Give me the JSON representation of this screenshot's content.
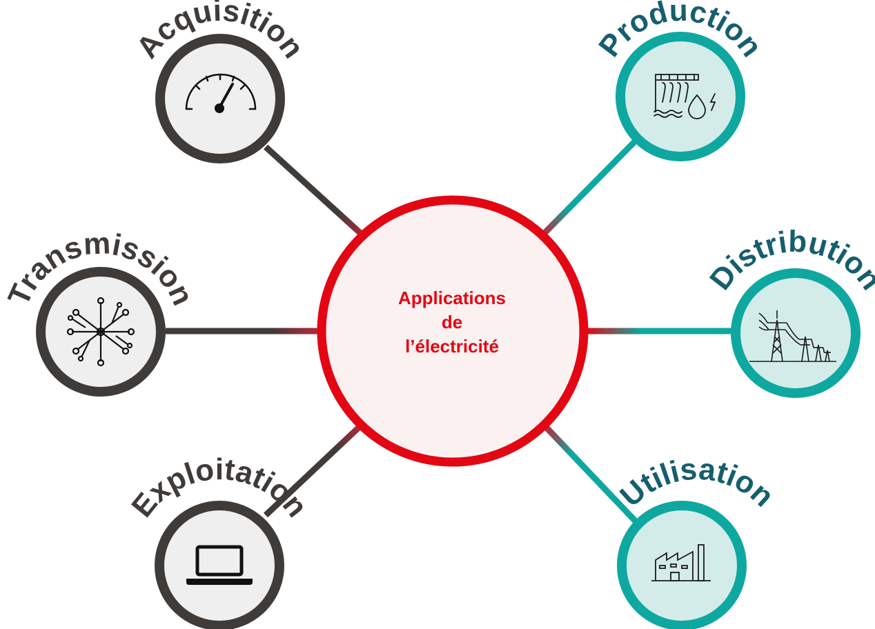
{
  "center": {
    "line1": "Applications",
    "line2": "de",
    "line3": "l’électricité"
  },
  "nodes": {
    "acquisition": {
      "label": "Acquisition",
      "icon": "gauge-icon"
    },
    "transmission": {
      "label": "Transmission",
      "icon": "network-hub-icon"
    },
    "exploitation": {
      "label": "Exploitation",
      "icon": "laptop-icon"
    },
    "production": {
      "label": "Production",
      "icon": "hydro-dam-icon"
    },
    "distribution": {
      "label": "Distribution",
      "icon": "power-pylons-icon"
    },
    "utilisation": {
      "label": "Utilisation",
      "icon": "factory-icon"
    }
  },
  "colors": {
    "center_stroke": "#e30613",
    "center_fill": "#fcf1f1",
    "center_text": "#e30613",
    "left_stroke": "#3f3b39",
    "left_fill": "#efefef",
    "left_text": "#3f3b39",
    "right_stroke": "#0fa8a0",
    "right_fill": "#d3ecea",
    "right_text": "#165e6e"
  }
}
